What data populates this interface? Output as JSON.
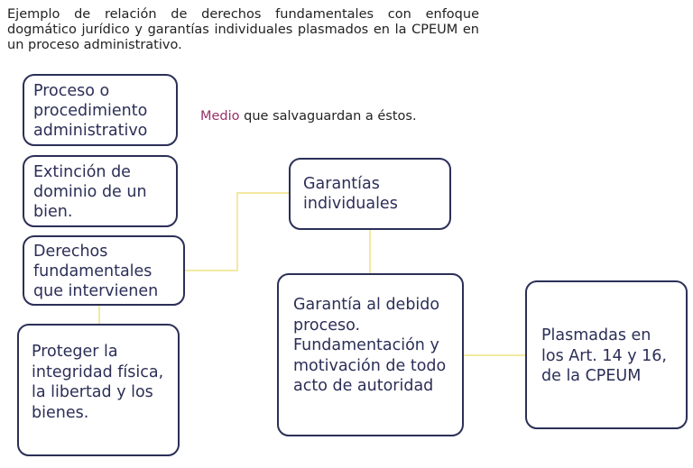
{
  "intro_text": "Ejemplo de relación de derechos fundamentales con enfoque dogmático jurídico y garantías individuales plasmados en la CPEUM en un proceso administrativo.",
  "medio_label": {
    "accent": "Medio",
    "rest": " que salvaguardan a éstos."
  },
  "boxes": {
    "proceso": "Proceso o procedimiento administrativo",
    "extincion": "Extinción de dominio de un bien.",
    "derechos": "Derechos fundamentales que intervienen",
    "proteger": "Proteger la integridad física, la libertad y los bienes.",
    "garantias": "Garantías individuales",
    "debido": "Garantía al debido proceso. Fundamentación y motivación de todo acto de autoridad",
    "plasmadas": "Plasmadas en los Art. 14 y 16, de la CPEUM"
  },
  "colors": {
    "box_border": "#2b2f57",
    "connector": "#f3e9a0",
    "accent": "#9b2f6b"
  }
}
